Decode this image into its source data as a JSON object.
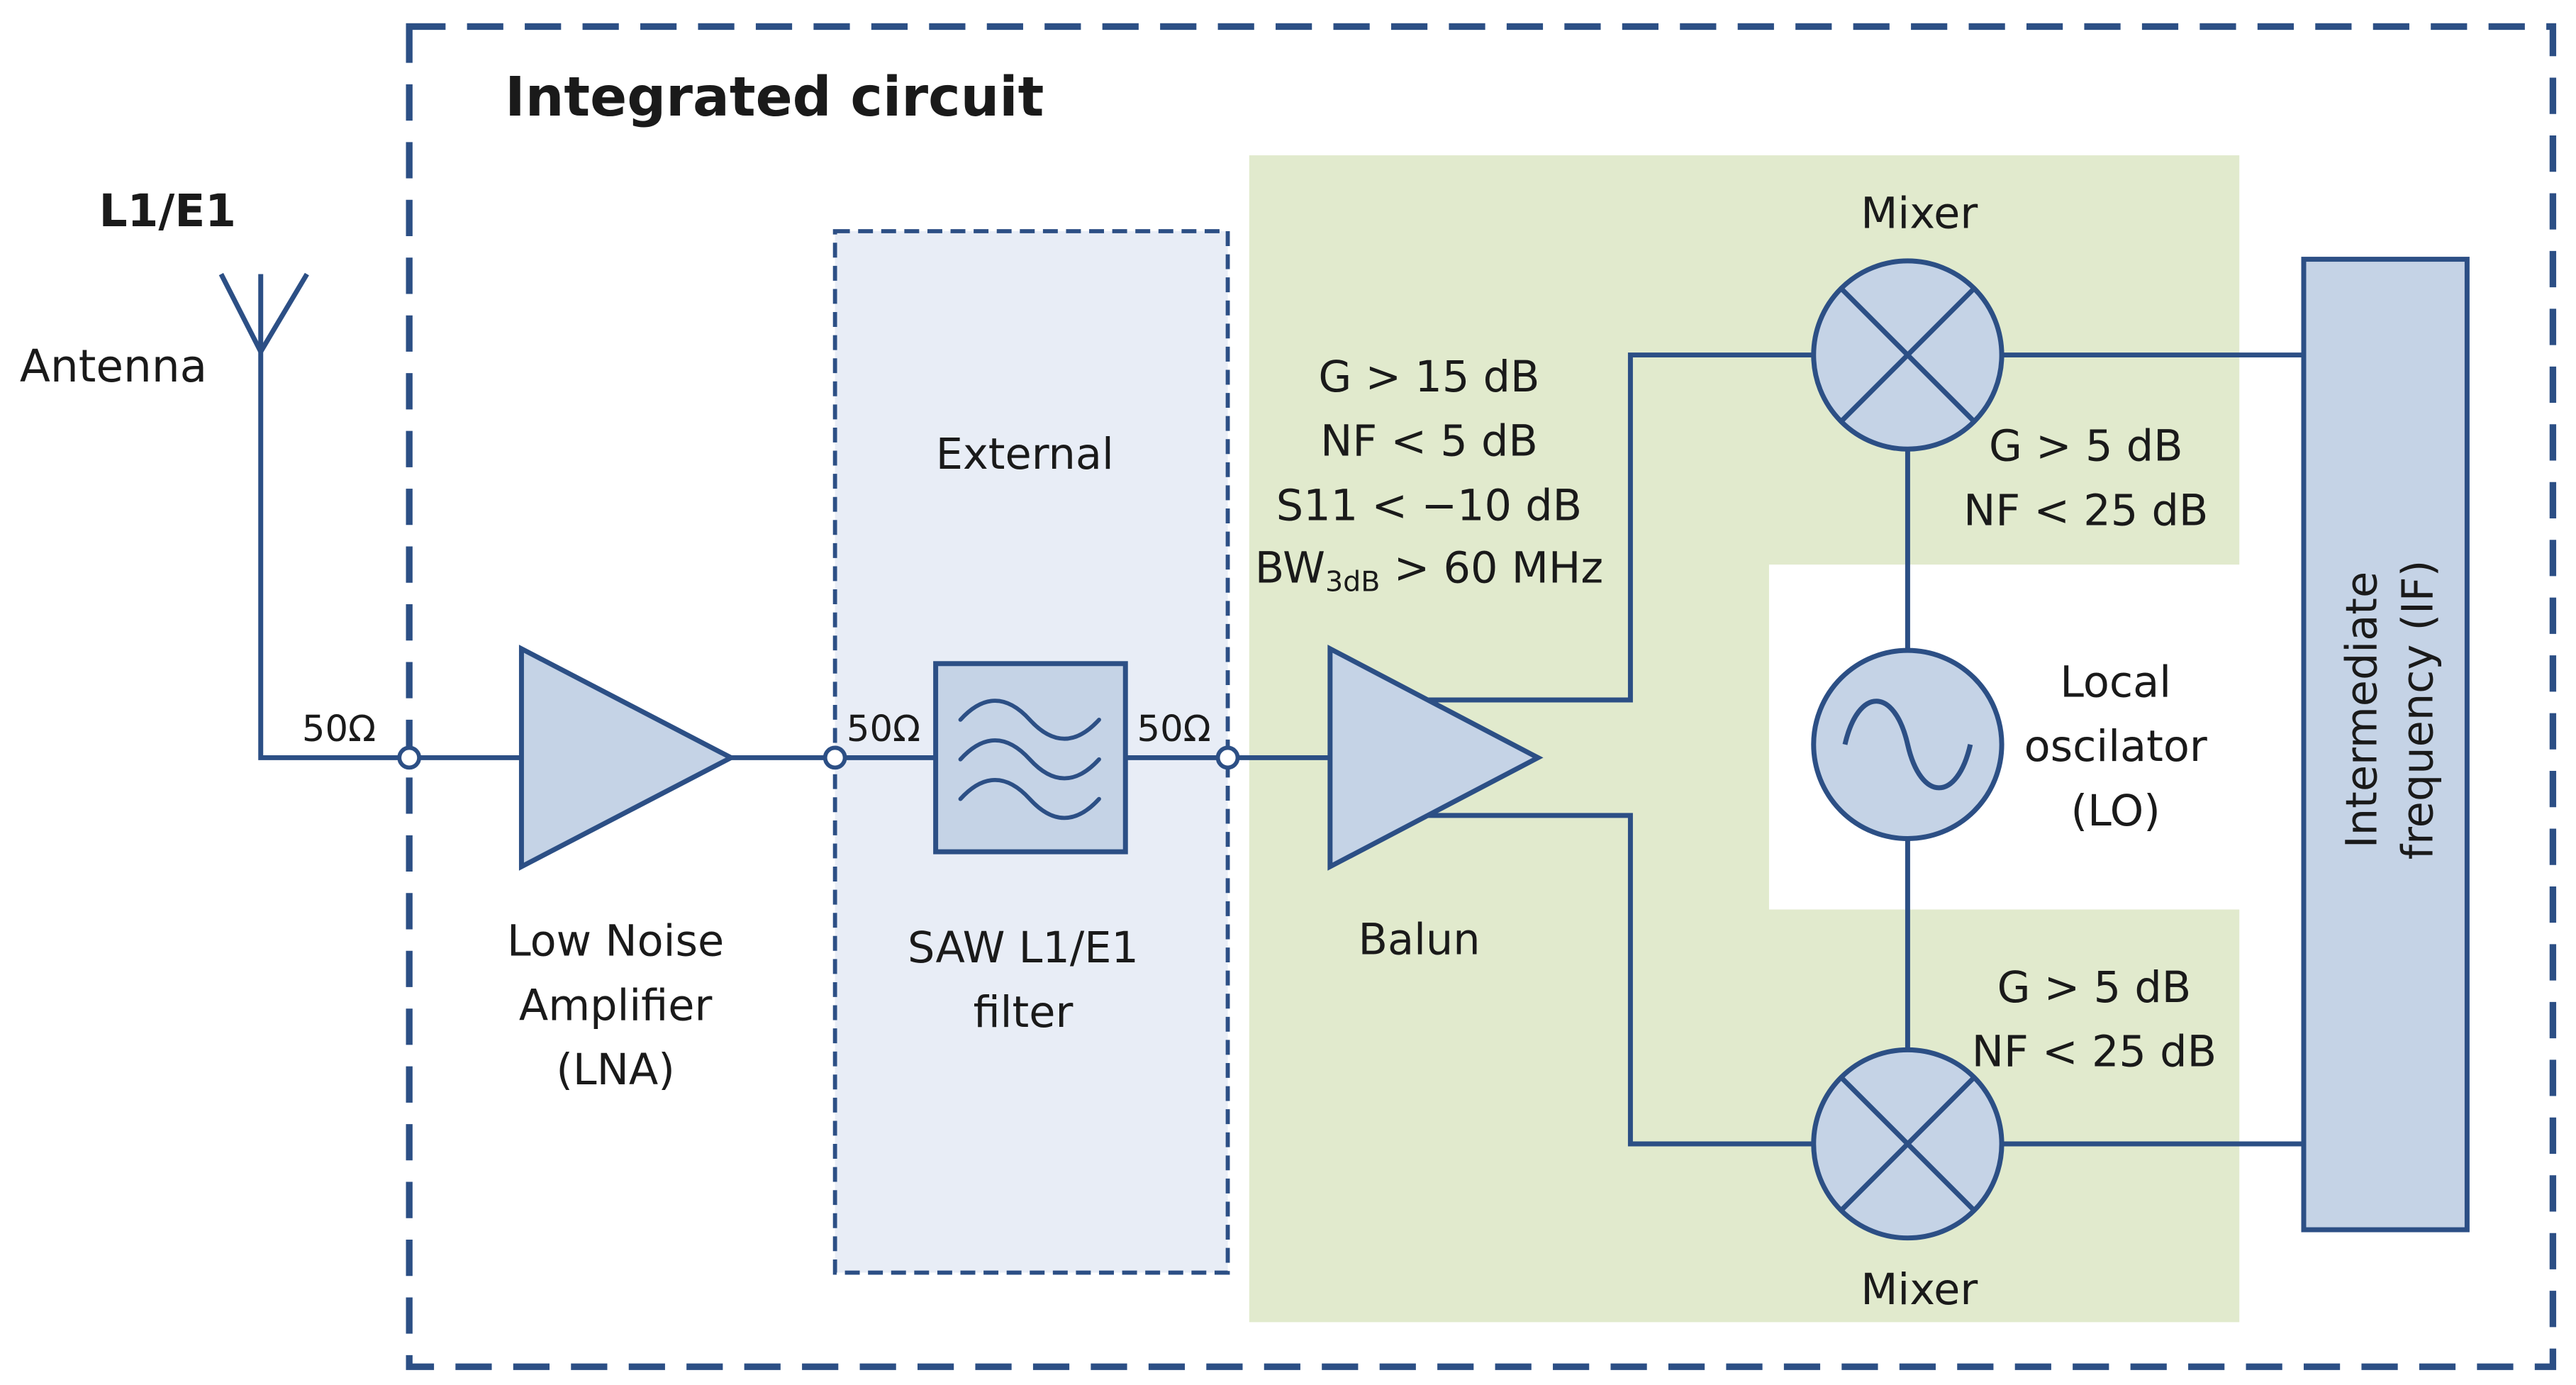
{
  "labels": {
    "integrated_circuit": "Integrated circuit",
    "band": "L1/E1",
    "antenna": "Antenna",
    "ohm_antenna": "50Ω",
    "ohm_saw_in": "50Ω",
    "ohm_saw_out": "50Ω",
    "lna_line1": "Low Noise",
    "lna_line2": "Amplifier",
    "lna_line3": "(LNA)",
    "external": "External",
    "saw_line1": "SAW L1/E1",
    "saw_line2": "filter",
    "balun": "Balun",
    "balun_gain": "G > 15 dB",
    "balun_nf": "NF < 5 dB",
    "balun_s11": "S11 < −10 dB",
    "balun_bw_main": "BW",
    "balun_bw_sub": "3dB",
    "balun_bw_rest": " > 60 MHz",
    "mixer_top": "Mixer",
    "mixer_top_gain": "G > 5 dB",
    "mixer_top_nf": "NF < 25 dB",
    "mixer_bottom": "Mixer",
    "mixer_bottom_gain": "G > 5 dB",
    "mixer_bottom_nf": "NF < 25 dB",
    "lo_line1": "Local",
    "lo_line2": "oscilator",
    "lo_line3": "(LO)",
    "if_line1": "Intermediate",
    "if_line2": "frequency (IF)"
  },
  "colors": {
    "stroke": "#2c4f85",
    "component_fill": "#c5d3e6",
    "external_fill": "#e8edf6",
    "ic_region_fill": "#e1eacd"
  }
}
